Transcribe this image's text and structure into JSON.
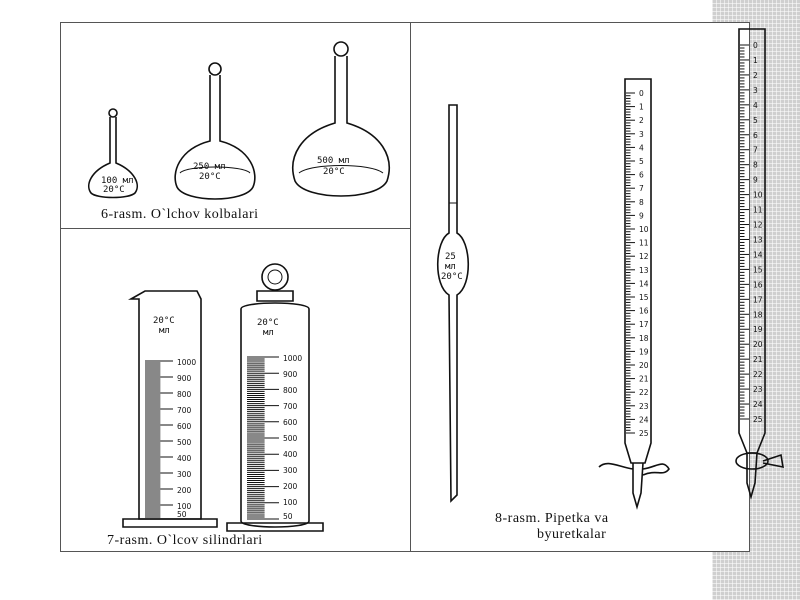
{
  "captions": {
    "flasks": "6-rasm. O`lchov  kolbalari",
    "cylinders": "7-rasm. O`lcov  silindrlari",
    "burettes_line1": "8-rasm. Pipetka va",
    "burettes_line2": "byuretkalar"
  },
  "flasks": [
    {
      "volume": "100 мл",
      "temp": "20°С"
    },
    {
      "volume": "250 мл",
      "temp": "20°С"
    },
    {
      "volume": "500 мл",
      "temp": "20°С"
    }
  ],
  "cylinders": [
    {
      "temp": "20°С",
      "unit": "мл",
      "scale": [
        "1000",
        "900",
        "800",
        "700",
        "600",
        "500",
        "400",
        "300",
        "200",
        "100",
        "50"
      ]
    },
    {
      "temp": "20°С",
      "unit": "мл",
      "scale": [
        "1000",
        "900",
        "800",
        "700",
        "600",
        "500",
        "400",
        "300",
        "200",
        "100",
        "50"
      ]
    }
  ],
  "pipette": {
    "volume": "25",
    "unit": "мл",
    "temp": "20°С"
  },
  "burettes": [
    {
      "scale": [
        "0",
        "1",
        "2",
        "3",
        "4",
        "5",
        "6",
        "7",
        "8",
        "9",
        "10",
        "11",
        "12",
        "13",
        "14",
        "15",
        "16",
        "17",
        "18",
        "19",
        "20",
        "21",
        "22",
        "23",
        "24",
        "25"
      ]
    },
    {
      "scale": [
        "0",
        "1",
        "2",
        "3",
        "4",
        "5",
        "6",
        "7",
        "8",
        "9",
        "10",
        "11",
        "12",
        "13",
        "14",
        "15",
        "16",
        "17",
        "18",
        "19",
        "20",
        "21",
        "22",
        "23",
        "24",
        "25"
      ]
    }
  ],
  "colors": {
    "ink": "#111111",
    "frame": "#555555",
    "side_strip": "#cfcfcf"
  }
}
